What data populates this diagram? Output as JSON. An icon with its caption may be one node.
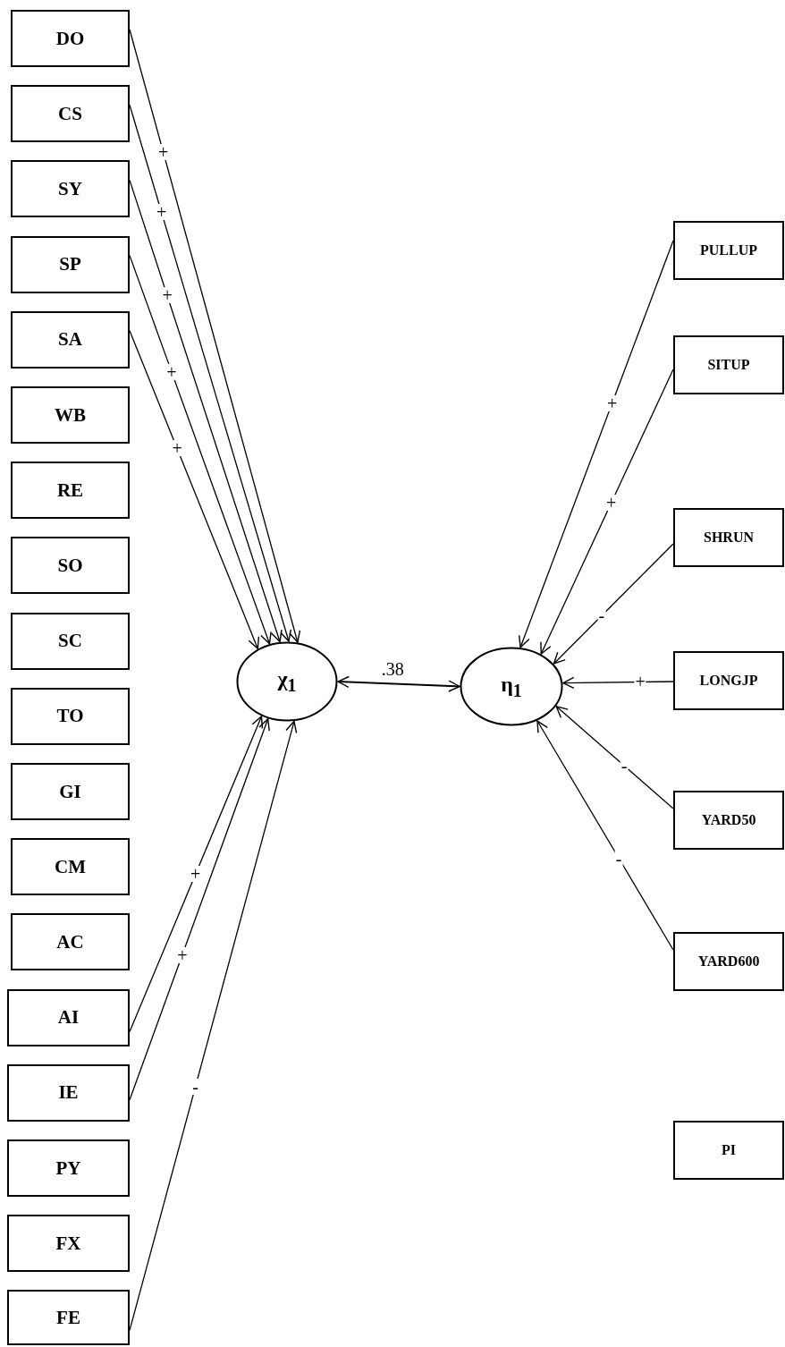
{
  "diagram": {
    "nodes": [
      {
        "text": [
          "DO"
        ]
      },
      {
        "text": [
          "CS"
        ]
      },
      {
        "text": [
          "SY"
        ]
      },
      {
        "text": [
          "SP"
        ]
      },
      {
        "text": [
          "SA"
        ]
      },
      {
        "text": [
          "WB"
        ]
      },
      {
        "text": [
          "RE"
        ]
      },
      {
        "text": [
          "SO"
        ]
      },
      {
        "text": [
          "SC"
        ]
      },
      {
        "text": [
          "TO"
        ]
      },
      {
        "text": [
          "GI"
        ]
      },
      {
        "text": [
          "CM"
        ]
      },
      {
        "text": [
          "AC"
        ]
      },
      {
        "text": [
          "AI"
        ]
      },
      {
        "text": [
          "IE"
        ]
      },
      {
        "text": [
          "PY"
        ]
      },
      {
        "text": [
          "FX"
        ]
      },
      {
        "text": [
          "FE"
        ]
      },
      {
        "text": [
          "χ$_{1}$"
        ]
      },
      {
        "text": [
          "η$_{1}$"
        ]
      },
      {
        "text": [
          "PULLUP"
        ]
      },
      {
        "text": [
          "SITUP"
        ]
      },
      {
        "text": [
          "SHRUN"
        ]
      },
      {
        "text": [
          "LONGJP"
        ]
      },
      {
        "text": [
          "YARD50"
        ]
      },
      {
        "text": [
          "YARD600"
        ]
      },
      {
        "text": [
          "PI"
        ]
      }
    ],
    "edges": [
      {
        "from": 0,
        "to": 18,
        "arrow": "to",
        "label": "+"
      },
      {
        "from": 1,
        "to": 18,
        "arrow": "to",
        "label": "+"
      },
      {
        "from": 2,
        "to": 18,
        "arrow": "to",
        "label": "+"
      },
      {
        "from": 3,
        "to": 18,
        "arrow": "to",
        "label": "+"
      },
      {
        "from": 4,
        "to": 18,
        "arrow": "to",
        "label": "+"
      },
      {
        "from": 13,
        "to": 18,
        "arrow": "to",
        "label": "+"
      },
      {
        "from": 14,
        "to": 18,
        "arrow": "to",
        "label": "+"
      },
      {
        "from": 17,
        "to": 18,
        "arrow": "to",
        "label": "-"
      },
      {
        "from": 18,
        "to": 19,
        "arrow": "both",
        "label": ".38"
      },
      {
        "from": 20,
        "to": 19,
        "arrow": "to",
        "label": "+"
      },
      {
        "from": 21,
        "to": 19,
        "arrow": "to",
        "label": "+"
      },
      {
        "from": 22,
        "to": 19,
        "arrow": "to",
        "label": "-"
      },
      {
        "from": 23,
        "to": 19,
        "arrow": "to",
        "label": "+"
      },
      {
        "from": 24,
        "to": 19,
        "arrow": "to",
        "label": "-"
      },
      {
        "from": 25,
        "to": 19,
        "arrow": "to",
        "label": "-"
      }
    ]
  }
}
